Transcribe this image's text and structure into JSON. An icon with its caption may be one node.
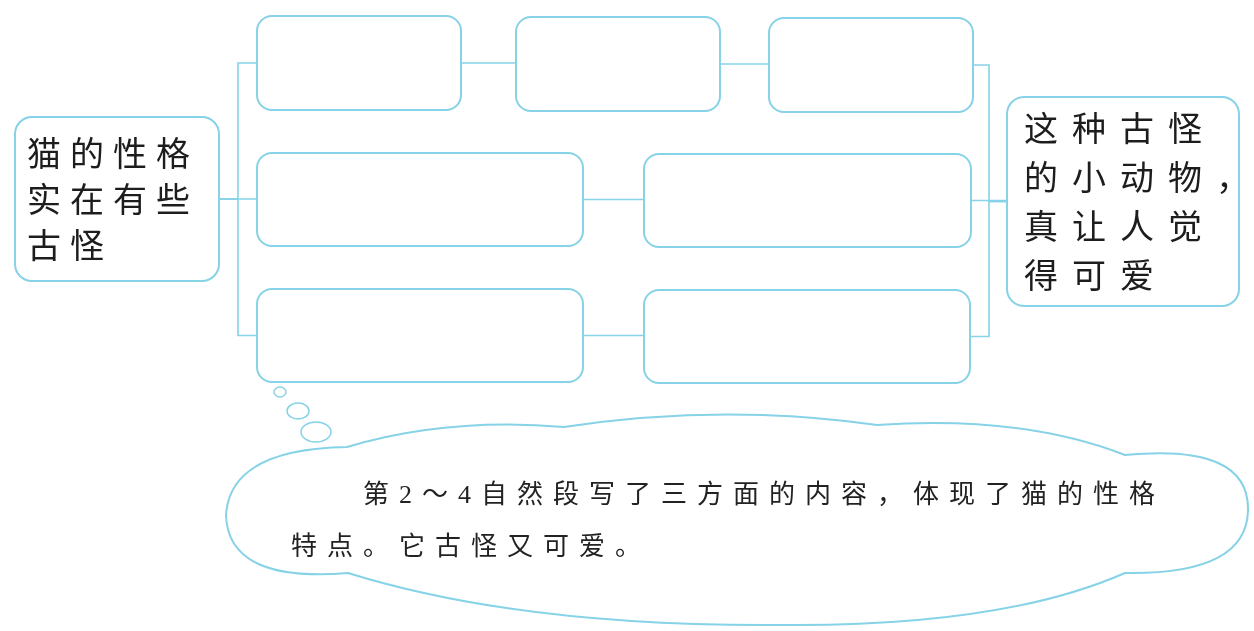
{
  "diagram": {
    "nodes": [
      {
        "text": [
          "猫的性格实在有些古怪"
        ]
      },
      {
        "text": [],
        "shape": "box"
      },
      {
        "text": [],
        "shape": "box"
      },
      {
        "text": [],
        "shape": "box"
      },
      {
        "text": [],
        "shape": "box"
      },
      {
        "text": [],
        "shape": "box"
      },
      {
        "text": [],
        "shape": "box"
      },
      {
        "text": [],
        "shape": "box"
      },
      {
        "text": [
          "这种古怪的小动物，真让人觉得可爱"
        ]
      },
      {
        "text": [
          "第2～4自然段写了三方面的内容，体现了猫的性格特点。它古怪又可爱。"
        ]
      }
    ],
    "edges": [
      {
        "from": 0,
        "to": 1,
        "arrow": "none"
      },
      {
        "from": 0,
        "to": 4,
        "arrow": "none"
      },
      {
        "from": 0,
        "to": 6,
        "arrow": "none"
      },
      {
        "from": 1,
        "to": 2,
        "arrow": "none"
      },
      {
        "from": 2,
        "to": 3,
        "arrow": "none"
      },
      {
        "from": 4,
        "to": 5,
        "arrow": "none"
      },
      {
        "from": 6,
        "to": 7,
        "arrow": "none"
      },
      {
        "from": 3,
        "to": 8,
        "arrow": "none"
      },
      {
        "from": 5,
        "to": 8,
        "arrow": "none"
      },
      {
        "from": 7,
        "to": 8,
        "arrow": "none"
      }
    ]
  }
}
